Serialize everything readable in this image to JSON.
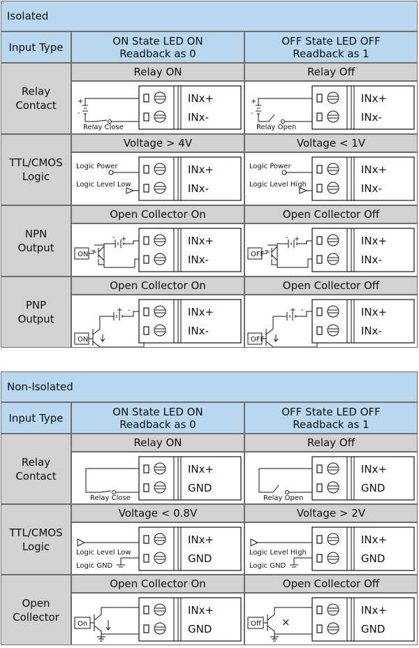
{
  "isolated": {
    "title": "Isolated",
    "col_header": "Input Type",
    "on_header": "ON State LED ON\nReadback as 0",
    "off_header": "OFF State LED OFF\nReadback as 1",
    "rows": [
      {
        "label": "Relay\nContact",
        "on_cond": "Relay ON",
        "off_cond": "Relay Off",
        "on_lbl": "Relay Close",
        "off_lbl": "Relay Open",
        "term1": "INx+",
        "term2": "INx-"
      },
      {
        "label": "TTL/CMOS\nLogic",
        "on_cond": "Voltage > 4V",
        "off_cond": "Voltage < 1V",
        "on_lbl1": "Logic Power",
        "on_lbl2": "Logic Level Low",
        "off_lbl1": "Logic Power",
        "off_lbl2": "Logic Level High",
        "term1": "INx+",
        "term2": "INx-"
      },
      {
        "label": "NPN\nOutput",
        "on_cond": "Open Collector On",
        "off_cond": "Open Collector Off",
        "on_box": "ON",
        "off_box": "OFF",
        "term1": "INx+",
        "term2": "INx-"
      },
      {
        "label": "PNP\nOutput",
        "on_cond": "Open Collector On",
        "off_cond": "Open Collector Off",
        "on_box": "ON",
        "off_box": "OFF",
        "term1": "INx+",
        "term2": "INx-"
      }
    ]
  },
  "non_isolated": {
    "title": "Non-Isolated",
    "col_header": "Input Type",
    "on_header": "ON State LED ON\nReadback as 0",
    "off_header": "OFF State LED OFF\nReadback as 1",
    "rows": [
      {
        "label": "Relay\nContact",
        "on_cond": "Relay ON",
        "off_cond": "Relay Off",
        "on_lbl": "Relay Close",
        "off_lbl": "Relay Open",
        "term1": "INx+",
        "term2": "GND"
      },
      {
        "label": "TTL/CMOS\nLogic",
        "on_cond": "Voltage < 0.8V",
        "off_cond": "Voltage > 2V",
        "on_lbl1": "Logic Level Low",
        "on_lbl2": "Logic GND",
        "off_lbl1": "Logic Level High",
        "off_lbl2": "Logic GND",
        "term1": "INx+",
        "term2": "GND"
      },
      {
        "label": "Open\nCollector",
        "on_cond": "Open Collector On",
        "off_cond": "Open Collector Off",
        "on_box": "On",
        "off_box": "Off",
        "term1": "INx+",
        "term2": "GND"
      }
    ]
  },
  "symbols": {
    "plus": "+",
    "minus": "-",
    "cross": "×"
  },
  "colors": {
    "header_bg": "#b9d8ef",
    "label_bg": "#d2d2d2",
    "border": "#6d6d6d"
  }
}
